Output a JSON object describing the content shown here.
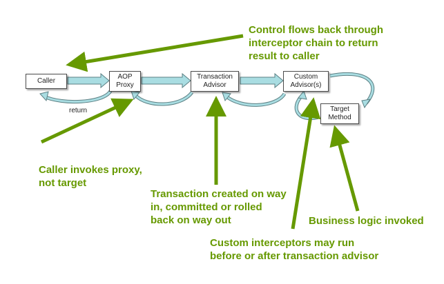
{
  "colors": {
    "accent": "#669900",
    "connector": "#9fd3d8",
    "connector_stroke": "#5b7f83"
  },
  "nodes": {
    "caller": "Caller",
    "aop_proxy": "AOP\nProxy",
    "transaction_advisor": "Transaction\nAdvisor",
    "custom_advisors": "Custom\nAdvisor(s)",
    "target_method": "Target\nMethod"
  },
  "edge_labels": {
    "return": "return"
  },
  "annotations": {
    "control_flow": "Control flows back through\ninterceptor chain to return\nresult to caller",
    "caller_invokes": "Caller invokes proxy,\nnot target",
    "transaction_created": "Transaction created on way\nin, committed or rolled\nback on way out",
    "business_logic": "Business logic invoked",
    "custom_interceptors": "Custom interceptors may run\nbefore or after transaction advisor"
  }
}
